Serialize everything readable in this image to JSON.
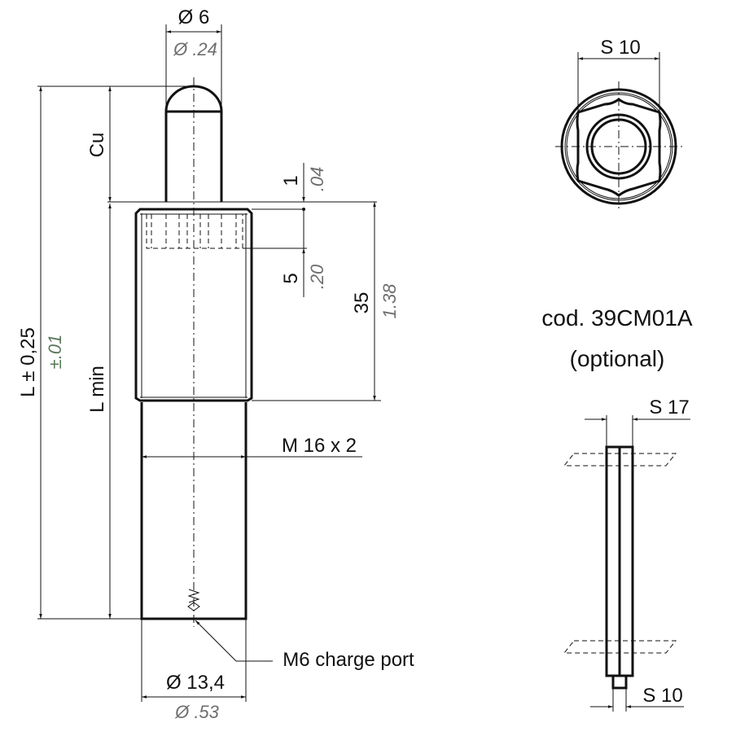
{
  "labels": {
    "pin_diameter_mm": "Ø 6",
    "pin_diameter_in": "Ø .24",
    "stroke": "Cu",
    "total_length": "L ± 0,25",
    "total_length_tol_in": "±.01",
    "min_length": "L min",
    "gap_mm": "1",
    "gap_in": ".04",
    "hole_mm": "5",
    "hole_in": ".20",
    "thread_length_mm": "35",
    "thread_length_in": "1.38",
    "thread": "M 16 x 2",
    "body_diameter_mm": "Ø 13,4",
    "body_diameter_in": "Ø .53",
    "charge_port": "M6 charge port"
  },
  "tool": {
    "top_view_size": "S 10",
    "code": "cod. 39CM01A",
    "note": "(optional)",
    "key_size_top": "S 17",
    "key_size_bottom": "S 10"
  }
}
